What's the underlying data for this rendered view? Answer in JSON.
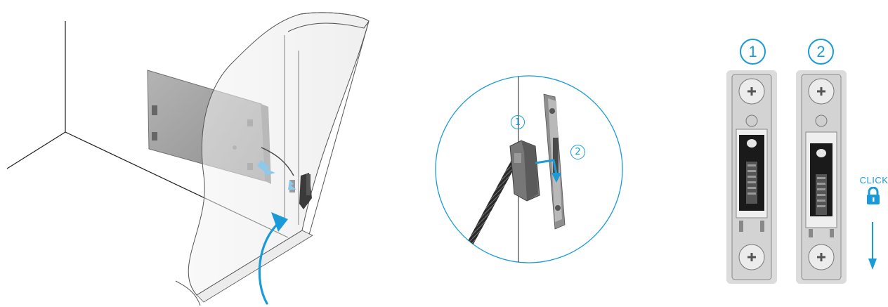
{
  "colors": {
    "accent": "#1a9bd7",
    "line": "#1f1f1f",
    "device_gray": "#9c9c9c",
    "bracket_bg": "#dcdcdc",
    "metal": "#c8c8c8",
    "black": "#1a1a1a"
  },
  "icons": [
    "lock-icon",
    "arrow-down-icon",
    "curved-arrow-icon",
    "screw-icon"
  ],
  "panel_detail": {
    "step1_marker": "1",
    "step2_marker": "2"
  },
  "panel_brackets": {
    "step1_marker": "1",
    "step2_marker": "2",
    "click_label": "CLICK"
  }
}
